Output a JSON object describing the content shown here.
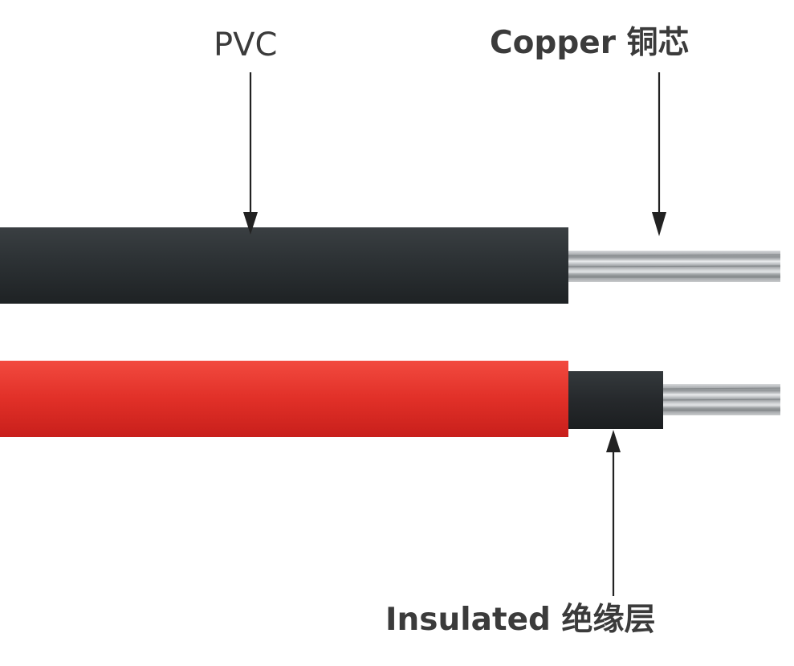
{
  "labels": {
    "pvc": "PVC",
    "copper": "Copper 铜芯",
    "insulated": "Insulated 绝缘层"
  },
  "colors": {
    "background": "#ffffff",
    "pvc_jacket_black": "#2b3033",
    "pvc_jacket_red": "#e3312a",
    "insulation_black": "#25292c",
    "copper_strand": "#b9bcbf",
    "arrow": "#222222",
    "label_text": "#3b3b3b"
  }
}
